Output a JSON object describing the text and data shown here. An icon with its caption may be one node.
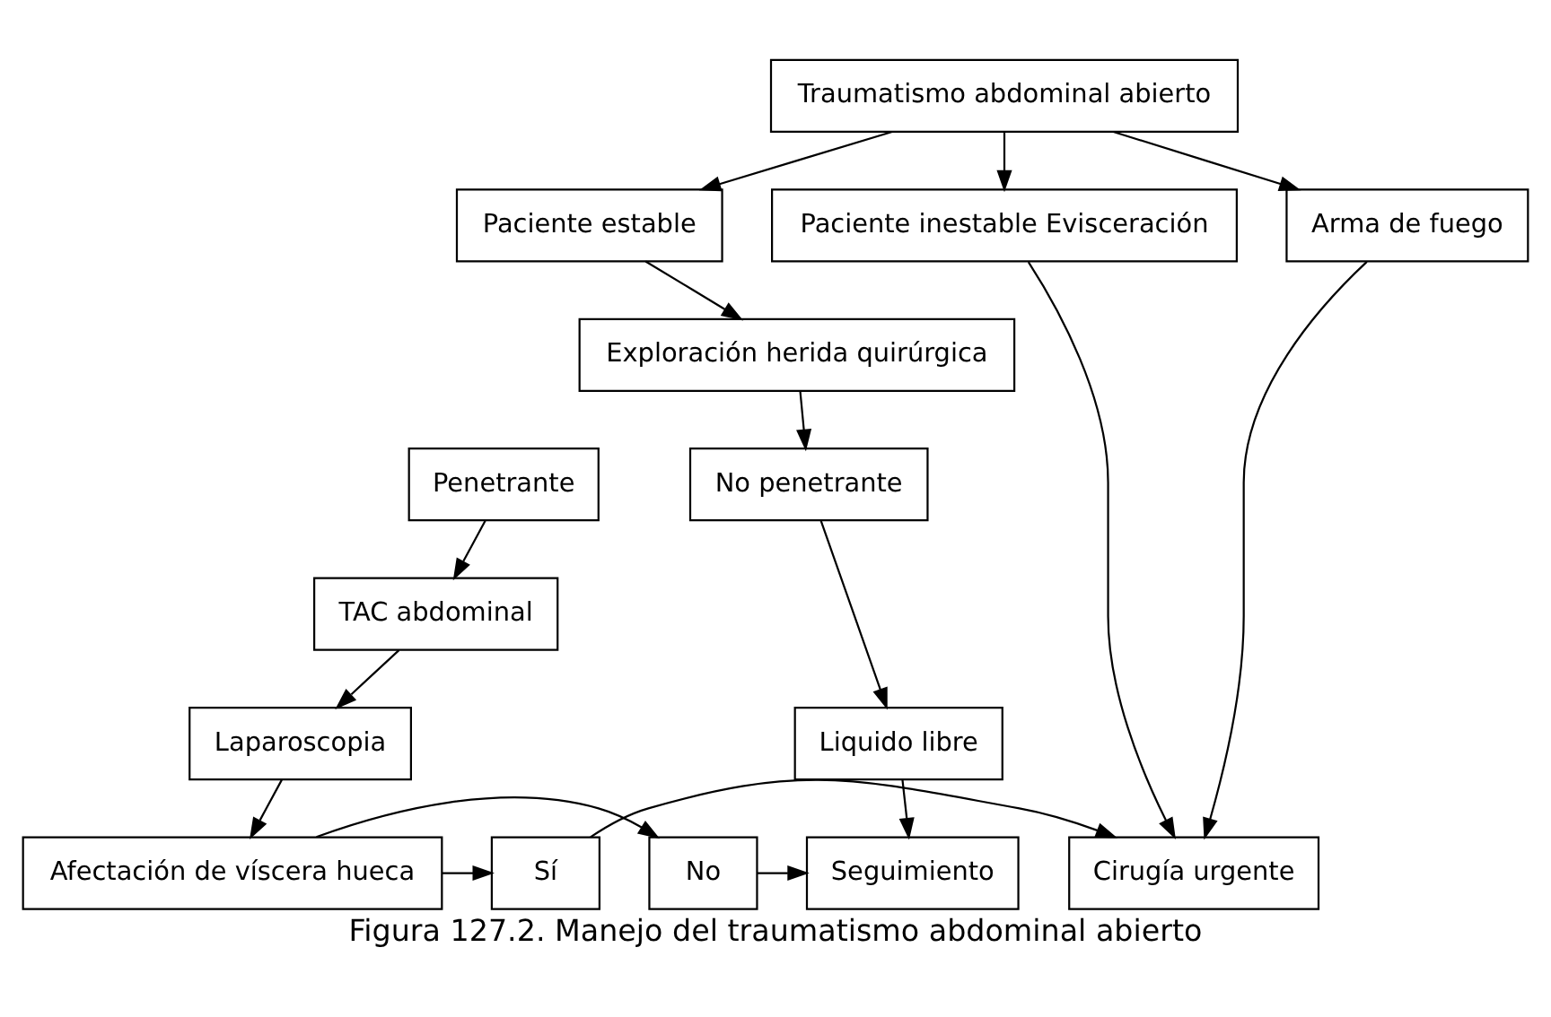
{
  "diagram": {
    "caption": "Figura 127.2. Manejo del traumatismo abdominal abierto",
    "nodes": [
      {
        "text": [
          "Traumatismo abdominal abierto"
        ]
      },
      {
        "text": [
          "Paciente inestable Evisceración"
        ]
      },
      {
        "text": [
          "Arma de fuego"
        ]
      },
      {
        "text": [
          "Paciente estable"
        ]
      },
      {
        "text": [
          "Exploración herida quirúrgica"
        ]
      },
      {
        "text": [
          "Penetrante"
        ]
      },
      {
        "text": [
          "No penetrante"
        ]
      },
      {
        "text": [
          "TAC abdominal"
        ]
      },
      {
        "text": [
          "Laparoscopia"
        ]
      },
      {
        "text": [
          "Liquido libre"
        ]
      },
      {
        "text": [
          "Cirugía urgente"
        ]
      },
      {
        "text": [
          "Sí"
        ]
      },
      {
        "text": [
          "Afectación de víscera hueca"
        ]
      },
      {
        "text": [
          "No"
        ]
      },
      {
        "text": [
          "Seguimiento"
        ]
      }
    ],
    "edges": [
      {
        "from": 0,
        "to": 1,
        "arrow": "to"
      },
      {
        "from": 0,
        "to": 2,
        "arrow": "to"
      },
      {
        "from": 0,
        "to": 3,
        "arrow": "to"
      },
      {
        "from": 1,
        "to": 10,
        "arrow": "to"
      },
      {
        "from": 2,
        "to": 10,
        "arrow": "to"
      },
      {
        "from": 3,
        "to": 4,
        "arrow": "to"
      },
      {
        "from": 4,
        "to": 6,
        "arrow": "to"
      },
      {
        "from": 5,
        "to": 7,
        "arrow": "to"
      },
      {
        "from": 7,
        "to": 8,
        "arrow": "to"
      },
      {
        "from": 8,
        "to": 12,
        "arrow": "to"
      },
      {
        "from": 6,
        "to": 9,
        "arrow": "to"
      },
      {
        "from": 9,
        "to": 14,
        "arrow": "to"
      },
      {
        "from": 12,
        "to": 11,
        "arrow": "to"
      },
      {
        "from": 11,
        "to": 10,
        "arrow": "to"
      },
      {
        "from": 12,
        "to": 13,
        "arrow": "to"
      },
      {
        "from": 13,
        "to": 14,
        "arrow": "to"
      }
    ]
  }
}
